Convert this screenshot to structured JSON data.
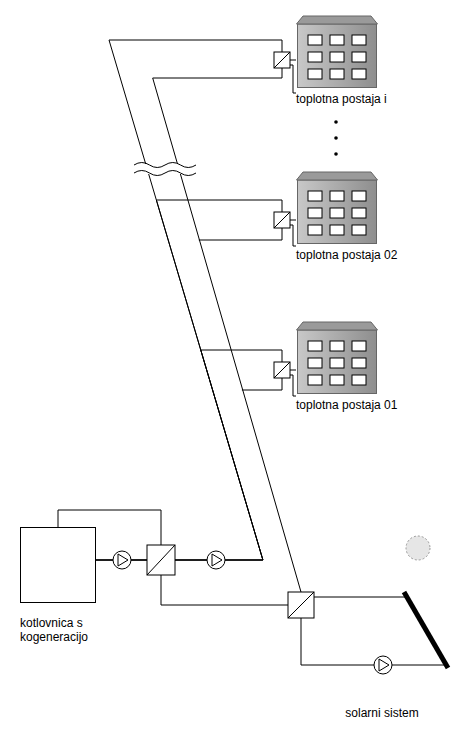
{
  "diagram": {
    "nodes": [
      {
        "text": [
          "toplotna postaja i"
        ]
      },
      {
        "text": [
          "toplotna postaja 02"
        ]
      },
      {
        "text": [
          "toplotna postaja 01"
        ]
      },
      {
        "text": [
          "kotlovnica s kogeneracijo"
        ]
      },
      {
        "text": [
          "solarni sistem"
        ]
      }
    ],
    "edges": [
      {
        "from": 3,
        "to": 0,
        "arrow": "none"
      },
      {
        "from": 3,
        "to": 1,
        "arrow": "none"
      },
      {
        "from": 3,
        "to": 2,
        "arrow": "none"
      },
      {
        "from": 4,
        "to": 3,
        "arrow": "none"
      }
    ]
  }
}
